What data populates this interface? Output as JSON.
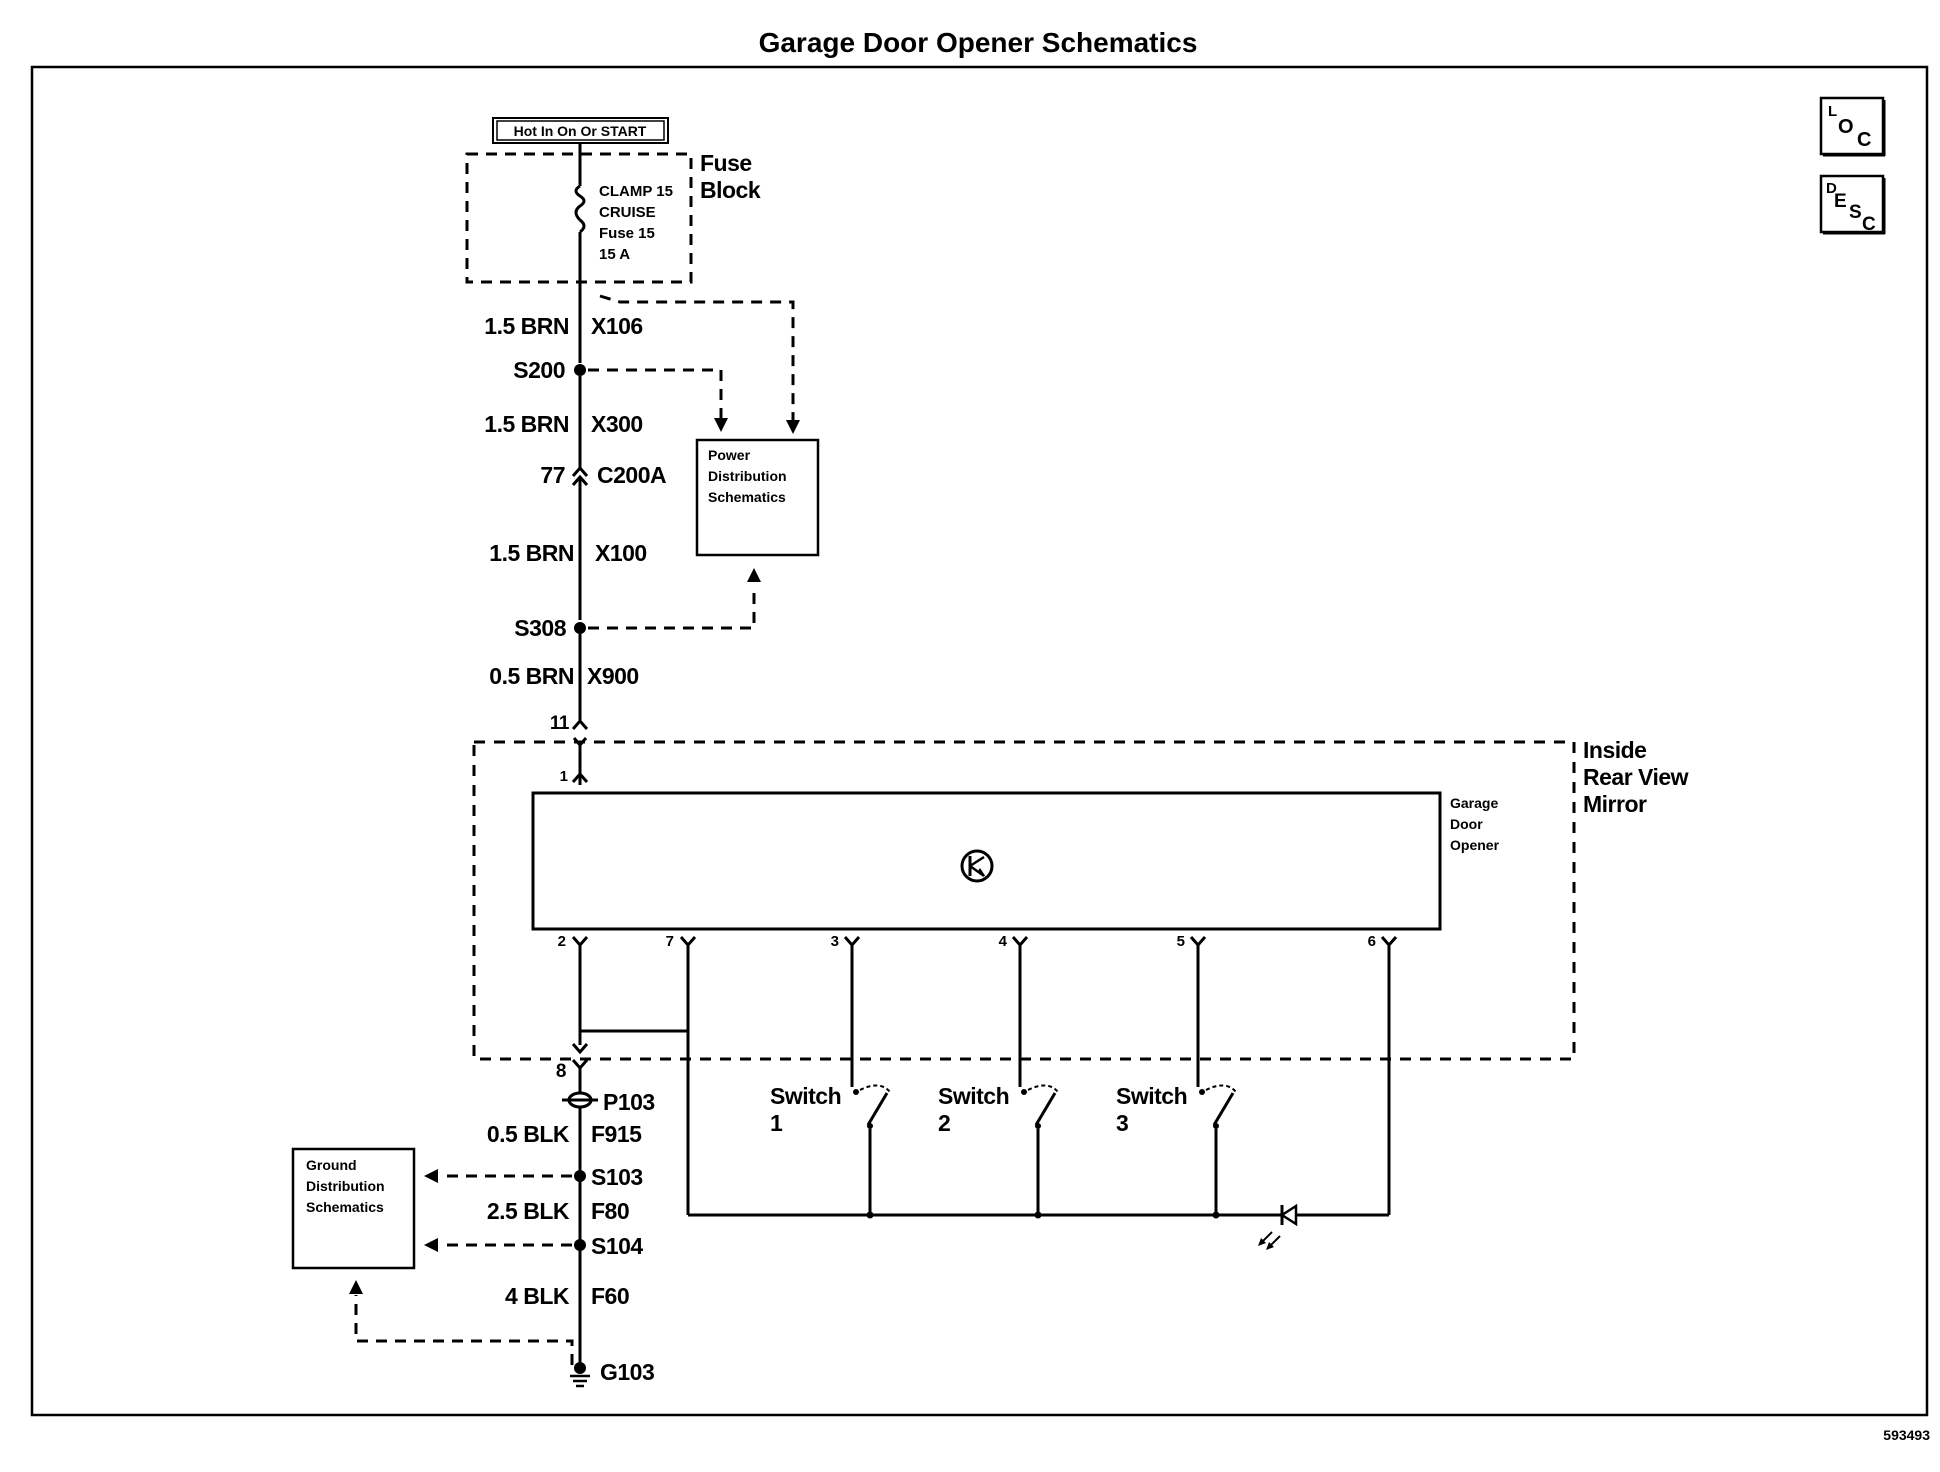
{
  "title": "Garage Door Opener Schematics",
  "hot_label": "Hot In On Or START",
  "fuse_block": {
    "name_line1": "Fuse",
    "name_line2": "Block",
    "fuse_lines": [
      "CLAMP 15",
      "CRUISE",
      "Fuse 15",
      "15 A"
    ]
  },
  "wires": [
    {
      "gauge": "1.5 BRN",
      "circuit": "X106"
    },
    {
      "gauge": "1.5 BRN",
      "circuit": "X300"
    },
    {
      "gauge": "1.5 BRN",
      "circuit": "X100"
    },
    {
      "gauge": "0.5 BRN",
      "circuit": "X900"
    },
    {
      "gauge": "0.5 BLK",
      "circuit": "F915"
    },
    {
      "gauge": "2.5 BLK",
      "circuit": "F80"
    },
    {
      "gauge": "4 BLK",
      "circuit": "F60"
    }
  ],
  "splices": {
    "s200": "S200",
    "s308": "S308",
    "s103": "S103",
    "s104": "S104",
    "p103": "P103",
    "g103": "G103"
  },
  "connector_c200a": {
    "pin": "77",
    "name": "C200A"
  },
  "power_dist": {
    "lines": [
      "Power",
      "Distribution",
      "Schematics"
    ]
  },
  "ground_dist": {
    "lines": [
      "Ground",
      "Distribution",
      "Schematics"
    ]
  },
  "mirror": {
    "lines": [
      "Inside",
      "Rear View",
      "Mirror"
    ]
  },
  "garage_door_opener": {
    "lines": [
      "Garage",
      "Door",
      "Opener"
    ]
  },
  "pins": {
    "top_external": "11",
    "top_internal": "1",
    "bottom_external": "8",
    "module": [
      "2",
      "7",
      "3",
      "4",
      "5",
      "6"
    ]
  },
  "switches": [
    {
      "label": "Switch",
      "num": "1"
    },
    {
      "label": "Switch",
      "num": "2"
    },
    {
      "label": "Switch",
      "num": "3"
    }
  ],
  "side_buttons": {
    "loc": {
      "a": "L",
      "b": "O",
      "c": "C"
    },
    "desc": {
      "a": "D",
      "b": "E",
      "c": "S",
      "d": "C"
    }
  },
  "figure_id": "593493"
}
